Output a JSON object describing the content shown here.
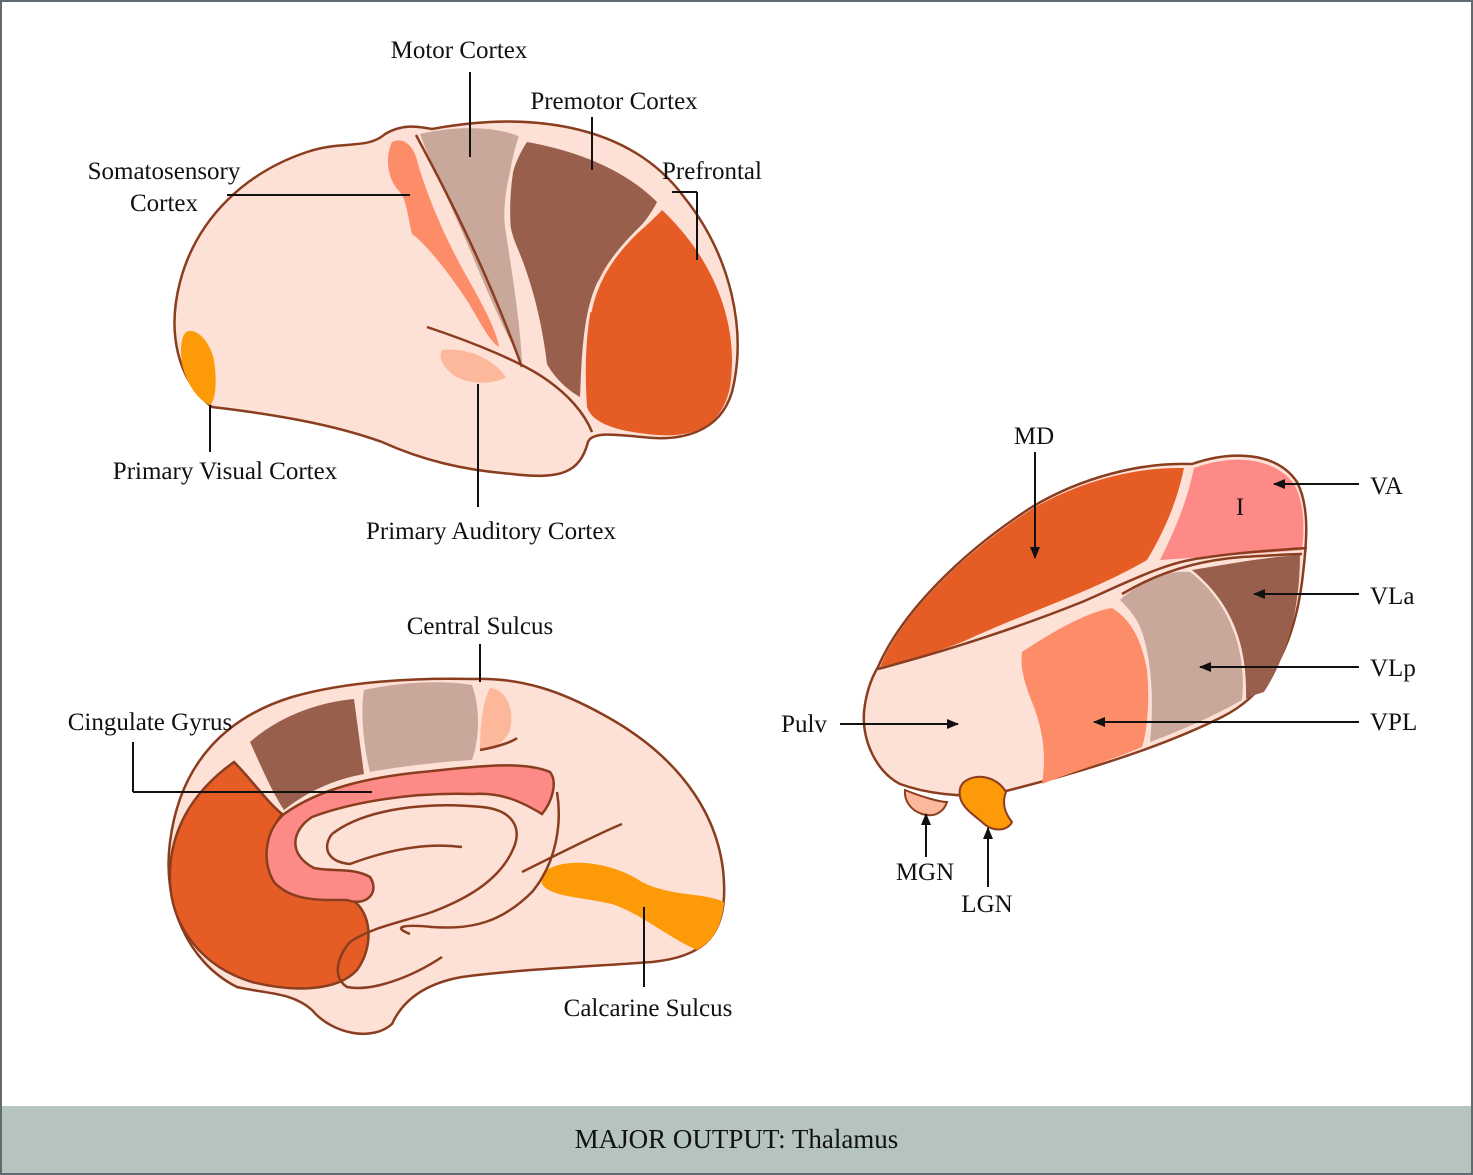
{
  "lateral_view": {
    "labels": {
      "motor_cortex": "Motor Cortex",
      "premotor_cortex": "Premotor Cortex",
      "somatosensory_line1": "Somatosensory",
      "somatosensory_line2": "Cortex",
      "prefrontal": "Prefrontal",
      "primary_visual_cortex": "Primary Visual Cortex",
      "primary_auditory_cortex": "Primary Auditory Cortex"
    }
  },
  "medial_view": {
    "labels": {
      "central_sulcus": "Central Sulcus",
      "cingulate_gyrus": "Cingulate Gyrus",
      "calcarine_sulcus": "Calcarine Sulcus"
    }
  },
  "thalamus_view": {
    "labels": {
      "md": "MD",
      "i": "I",
      "va": "VA",
      "vla": "VLa",
      "vlp": "VLp",
      "vpl": "VPL",
      "pulv": "Pulv",
      "mgn": "MGN",
      "lgn": "LGN"
    }
  },
  "colors": {
    "outline": "#8a3d1f",
    "base_tissue": "#fde0d6",
    "prefrontal_orange": "#e65c25",
    "premotor_brown": "#98604c",
    "motor_taupe": "#c9a89b",
    "somatosensory_salmon": "#fd8c68",
    "visual_orange": "#fd9a08",
    "auditory_peach": "#fdb89b",
    "cingulate_pink": "#fd8a86",
    "footer_bg": "#b5c4bf"
  },
  "footer": {
    "text": "MAJOR OUTPUT: Thalamus"
  }
}
